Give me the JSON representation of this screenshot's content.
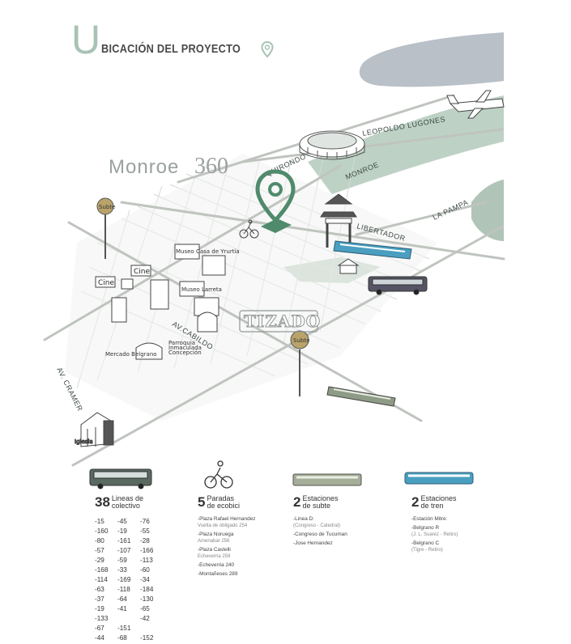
{
  "header": {
    "title_initial": "U",
    "title_rest": "BICACIÓN DEL PROYECTO",
    "icon": "location-pin-icon"
  },
  "map": {
    "project_label_word": "Monroe",
    "project_label_number": "360",
    "watermark": "TIZADO",
    "streets": {
      "monroe": "MONROE",
      "la_pampa": "LA PAMPA",
      "libertador": "LIBERTADOR",
      "leopoldo_lugones": "LEOPOLDO LUGONES",
      "quiroga_fragment": "QUIRONDO",
      "cabildo": "AV.CABILDO",
      "cramer": "AV. CRAMER"
    },
    "pois": {
      "cine_1": "Cine",
      "cine_2": "Cine",
      "museo_larreta": "Museo Larreta",
      "museo_casa_yrurtia": "Museo Casa de Yrurtia",
      "mercado_belgrano": "Mercado Belgrano",
      "barrancas_line1": "Parroquia",
      "barrancas_line2": "Inmaculada",
      "barrancas_line3": "Concepción",
      "sodita_1": "Subte",
      "sodita_2": "Subte",
      "church": "Iglesia"
    },
    "colors": {
      "green": "#8aaa98",
      "pin": "#4f8a6c",
      "river": "#b9c0c7",
      "street": "#c9cdc9",
      "tram": "#4a9fc0"
    }
  },
  "legend": {
    "bus": {
      "number": "38",
      "label_line1": "Lineas de",
      "label_line2": "colectivo",
      "routes": [
        "-15",
        "-45",
        "-76",
        "-160",
        "-19",
        "-55",
        "-80",
        "-161",
        "-28",
        "-57",
        "-107",
        "-166",
        "-29",
        "-59",
        "-113",
        "-168",
        "-33",
        "-60",
        "-114",
        "-169",
        "-34",
        "-63",
        "-118",
        "-184",
        "-37",
        "-64",
        "-130",
        "-19",
        "-41",
        "-65",
        "-133",
        "",
        "-42",
        "-67",
        "-151",
        "",
        "-44",
        "-68",
        "-152",
        ""
      ]
    },
    "ecobici": {
      "number": "5",
      "label_line1": "Paradas",
      "label_line2": "de ecobici",
      "stops": [
        {
          "name": "-Plaza Rafael Hernandez",
          "sub": "Vuelta de obligado 254"
        },
        {
          "name": "-Plaza Noruega",
          "sub": "Amenabar 256"
        },
        {
          "name": "-Plaza Castelli",
          "sub": "Echeverria 259"
        },
        {
          "name": "-Echeverria 240",
          "sub": ""
        },
        {
          "name": "-Montañeses 289",
          "sub": ""
        }
      ]
    },
    "subte": {
      "number": "2",
      "label_line1": "Estaciones",
      "label_line2": "de subte",
      "line": "-Linea D:",
      "line_sub": "(Congreso - Catedral)",
      "stations": [
        "-Congreso de Tucuman",
        "-Jose Hernandez"
      ]
    },
    "tren": {
      "number": "2",
      "label_line1": "Estaciones",
      "label_line2": "de tren",
      "line": "-Estación Mitre:",
      "stations": [
        {
          "name": "-Belgrano R",
          "sub": "(J. L. Suarez - Retiro)"
        },
        {
          "name": "-Belgrano C",
          "sub": "(Tigre - Retiro)"
        }
      ]
    }
  }
}
